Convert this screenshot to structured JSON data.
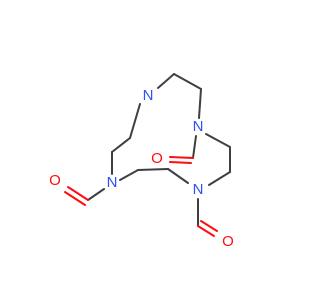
{
  "molecule": {
    "atoms": [
      {
        "id": "N1",
        "label": "N",
        "color": "#3050f8",
        "name": "atom-n-top"
      },
      {
        "id": "N2",
        "label": "N",
        "color": "#3050f8",
        "name": "atom-n-right"
      },
      {
        "id": "N3",
        "label": "N",
        "color": "#3050f8",
        "name": "atom-n-left-formyl"
      },
      {
        "id": "N4",
        "label": "N",
        "color": "#3050f8",
        "name": "atom-n-bottom-formyl"
      },
      {
        "id": "O1",
        "label": "O",
        "color": "#ff0d0d",
        "name": "atom-o-ring-carbonyl"
      },
      {
        "id": "O2",
        "label": "O",
        "color": "#ff0d0d",
        "name": "atom-o-left-formyl"
      },
      {
        "id": "O3",
        "label": "O",
        "color": "#ff0d0d",
        "name": "atom-o-bottom-formyl"
      }
    ],
    "bond_color": "#3f3f3f",
    "oxygen_bond_color": "#ff0d0d"
  }
}
